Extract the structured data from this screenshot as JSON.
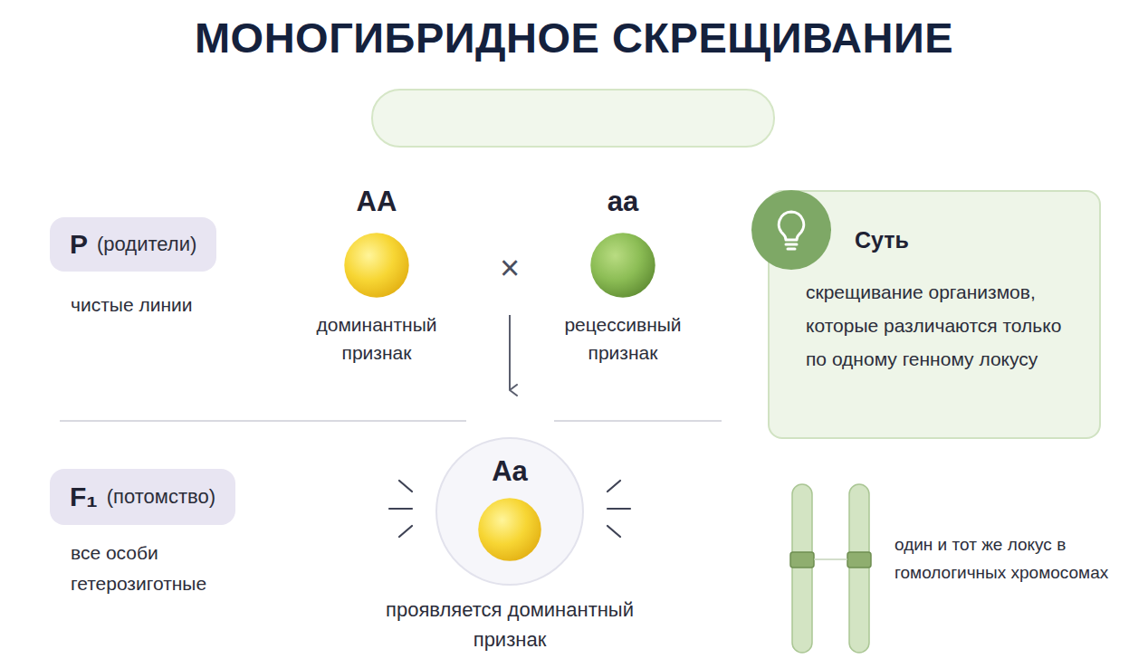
{
  "diagram": {
    "title": "МОНОГИБРИДНОЕ СКРЕЩИВАНИЕ",
    "nodes": [
      {
        "text": [
          "P",
          "(родители)"
        ]
      },
      {
        "text": [
          "AA",
          "доминантный признак"
        ]
      },
      {
        "text": [
          "aa",
          "рецессивный признак"
        ]
      },
      {
        "text": [
          "Суть",
          "скрещивание организмов, которые различаются только по одному генному локусу"
        ]
      },
      {
        "text": [
          "F₁",
          "(потомство)"
        ]
      },
      {
        "text": [
          "Aa",
          "проявляется доминантный признак"
        ]
      }
    ],
    "labels": [
      "чистые линии",
      "×",
      "все особи гетерозиготные",
      "один и тот же локус в гомологичных хромосомах"
    ]
  }
}
